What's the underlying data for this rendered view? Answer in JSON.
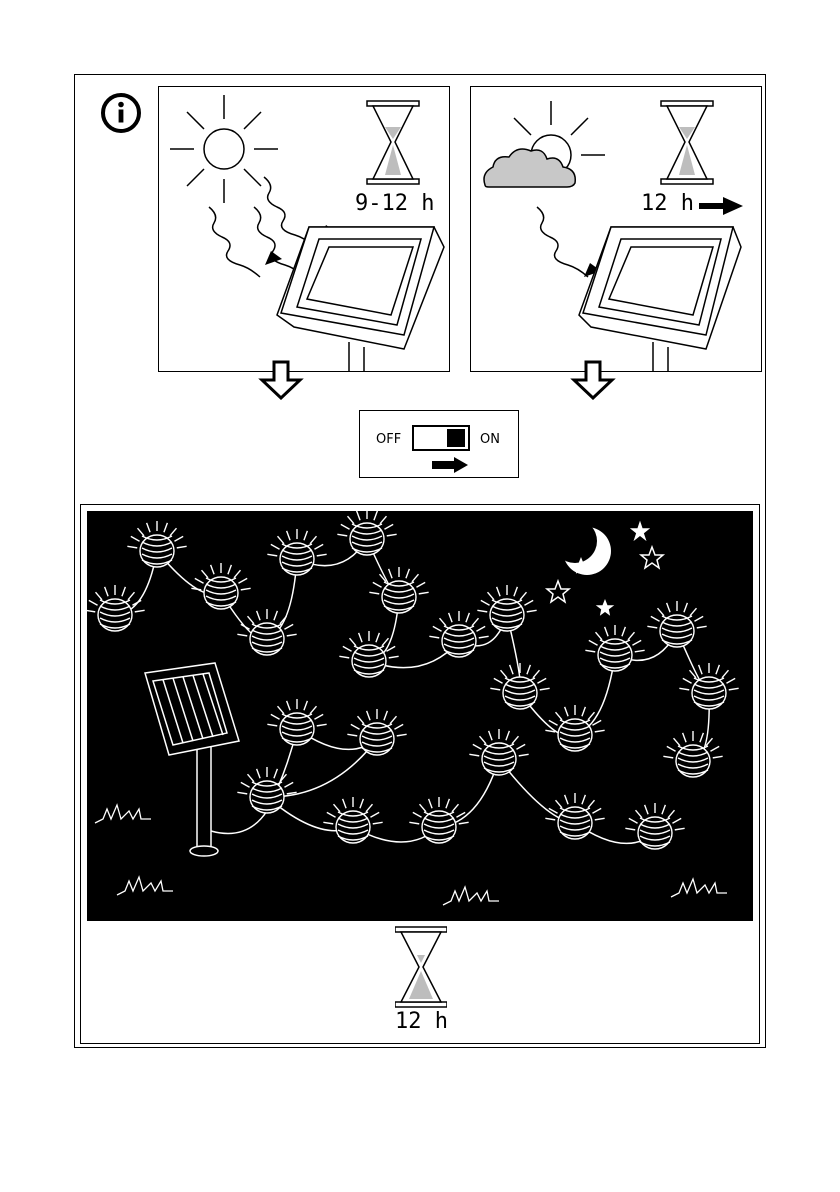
{
  "info_icon": "info-icon",
  "panel_sunny": {
    "duration_label": "9-12 h"
  },
  "panel_cloudy": {
    "duration_label": "12 h"
  },
  "switch": {
    "off_label": "OFF",
    "on_label": "ON"
  },
  "night_panel": {
    "duration_label": "12 h"
  },
  "colors": {
    "sand": "#bdbdbd",
    "cloud": "#c8c8c8",
    "ink": "#000000",
    "paper": "#ffffff"
  }
}
